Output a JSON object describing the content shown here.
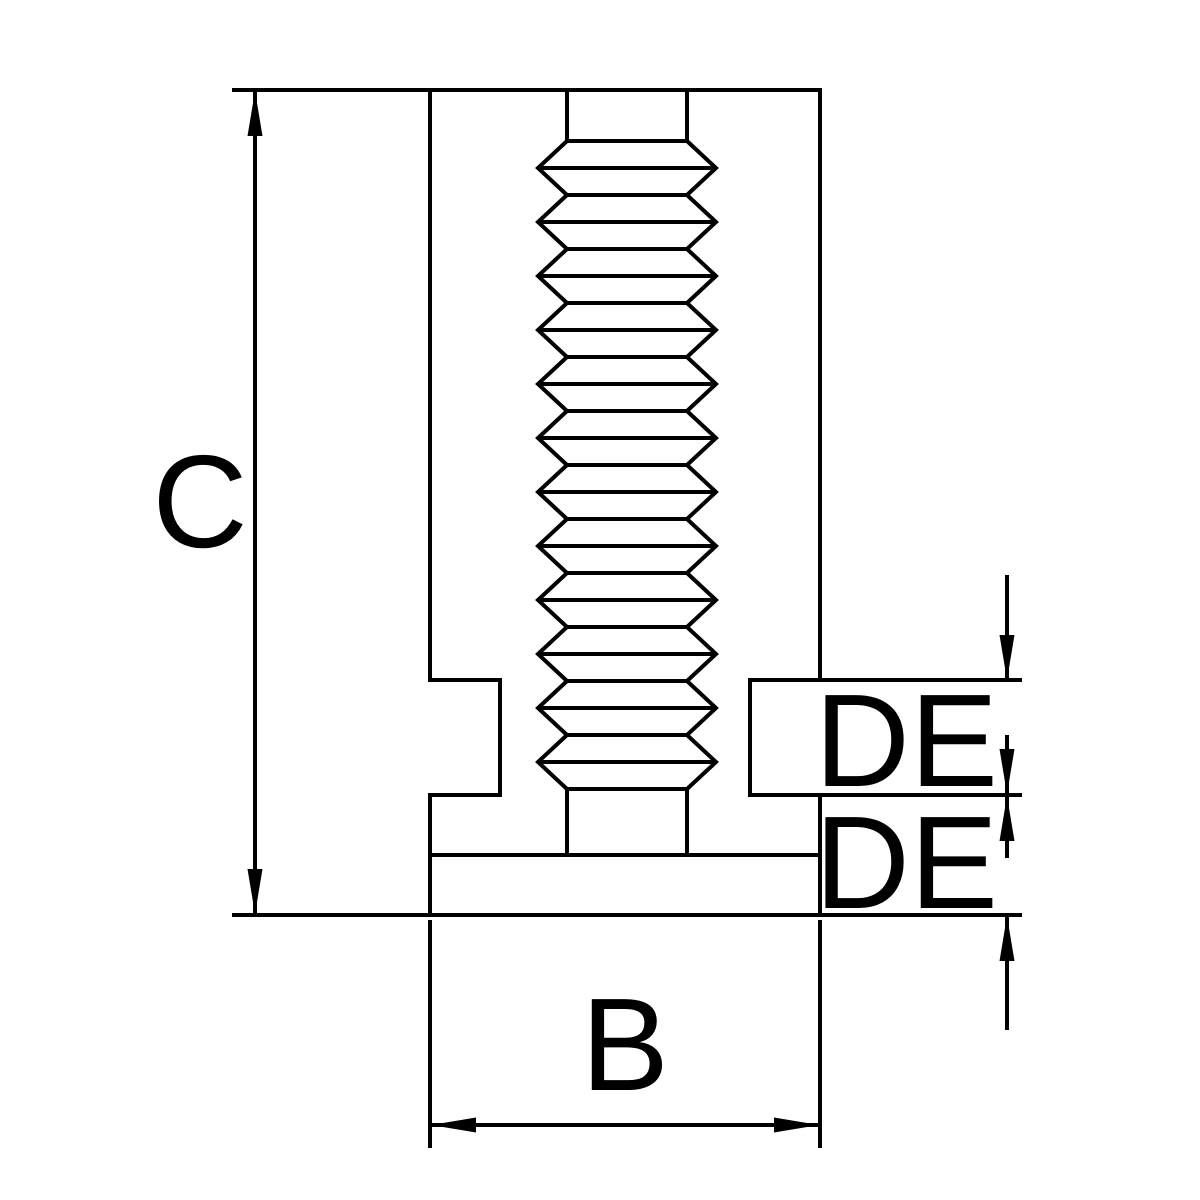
{
  "drawing": {
    "type": "technical-dimension-drawing",
    "subject": "lathe-chuck-jaw-with-serrated-screw",
    "background": "#ffffff",
    "line_color": "#000000"
  },
  "labels": {
    "c": "C",
    "b": "B",
    "de_upper": "DE",
    "de_lower": "DE"
  }
}
